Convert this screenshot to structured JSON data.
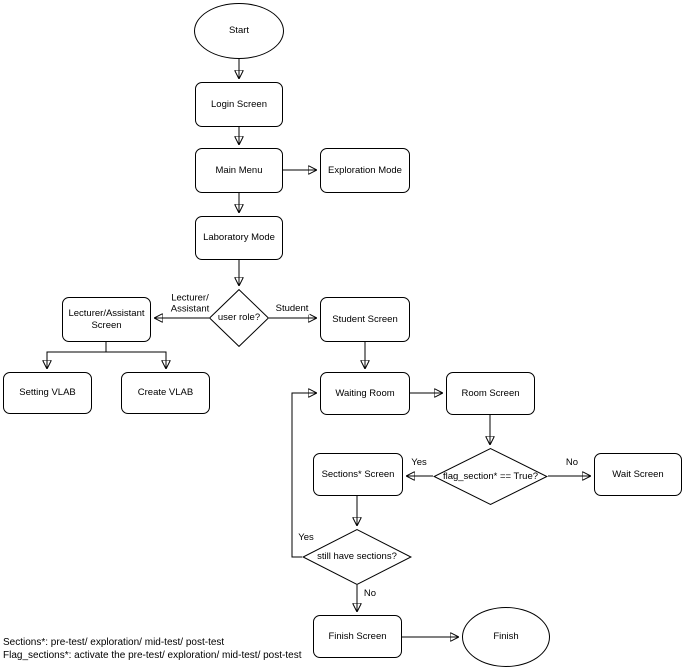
{
  "nodes": {
    "start": {
      "label": "Start",
      "shape": "ellipse"
    },
    "login_screen": {
      "label": "Login Screen",
      "shape": "rect"
    },
    "main_menu": {
      "label": "Main Menu",
      "shape": "rect"
    },
    "exploration_mode": {
      "label": "Exploration Mode",
      "shape": "rect"
    },
    "laboratory_mode": {
      "label": "Laboratory Mode",
      "shape": "rect"
    },
    "user_role": {
      "label": "user role?",
      "shape": "diamond"
    },
    "lecturer_screen": {
      "label": "Lecturer/Assistant Screen",
      "shape": "rect"
    },
    "student_screen": {
      "label": "Student Screen",
      "shape": "rect"
    },
    "setting_vlab": {
      "label": "Setting VLAB",
      "shape": "rect"
    },
    "create_vlab": {
      "label": "Create VLAB",
      "shape": "rect"
    },
    "waiting_room": {
      "label": "Waiting Room",
      "shape": "rect"
    },
    "room_screen": {
      "label": "Room Screen",
      "shape": "rect"
    },
    "flag_section": {
      "label": "flag_section* == True?",
      "shape": "diamond"
    },
    "sections_screen": {
      "label": "Sections* Screen",
      "shape": "rect"
    },
    "wait_screen": {
      "label": "Wait Screen",
      "shape": "rect"
    },
    "still_sections": {
      "label": "still have sections?",
      "shape": "diamond"
    },
    "finish_screen": {
      "label": "Finish Screen",
      "shape": "rect"
    },
    "finish": {
      "label": "Finish",
      "shape": "ellipse"
    }
  },
  "edge_labels": {
    "lecturer_assistant": "Lecturer/\nAssistant",
    "student": "Student",
    "flag_yes": "Yes",
    "flag_no": "No",
    "loop_yes": "Yes",
    "still_no": "No"
  },
  "footnotes": [
    "Sections*: pre-test/ exploration/ mid-test/ post-test",
    "Flag_sections*: activate the pre-test/ exploration/ mid-test/ post-test"
  ],
  "colors": {
    "stroke": "#000000",
    "fill": "#ffffff",
    "text": "#000000"
  }
}
